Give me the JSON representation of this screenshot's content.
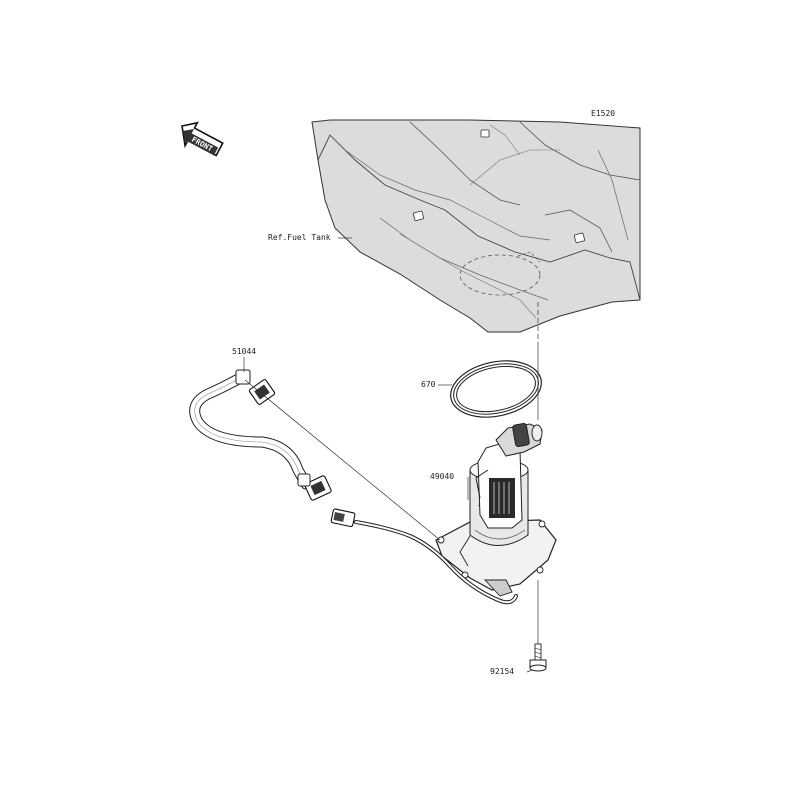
{
  "diagram": {
    "code": "E1520",
    "front_arrow_text": "FRONT",
    "callouts": {
      "fuel_tank": "Ref.Fuel Tank",
      "hose": "51044",
      "gasket": "670",
      "pump": "49040",
      "bolt": "92154"
    }
  }
}
